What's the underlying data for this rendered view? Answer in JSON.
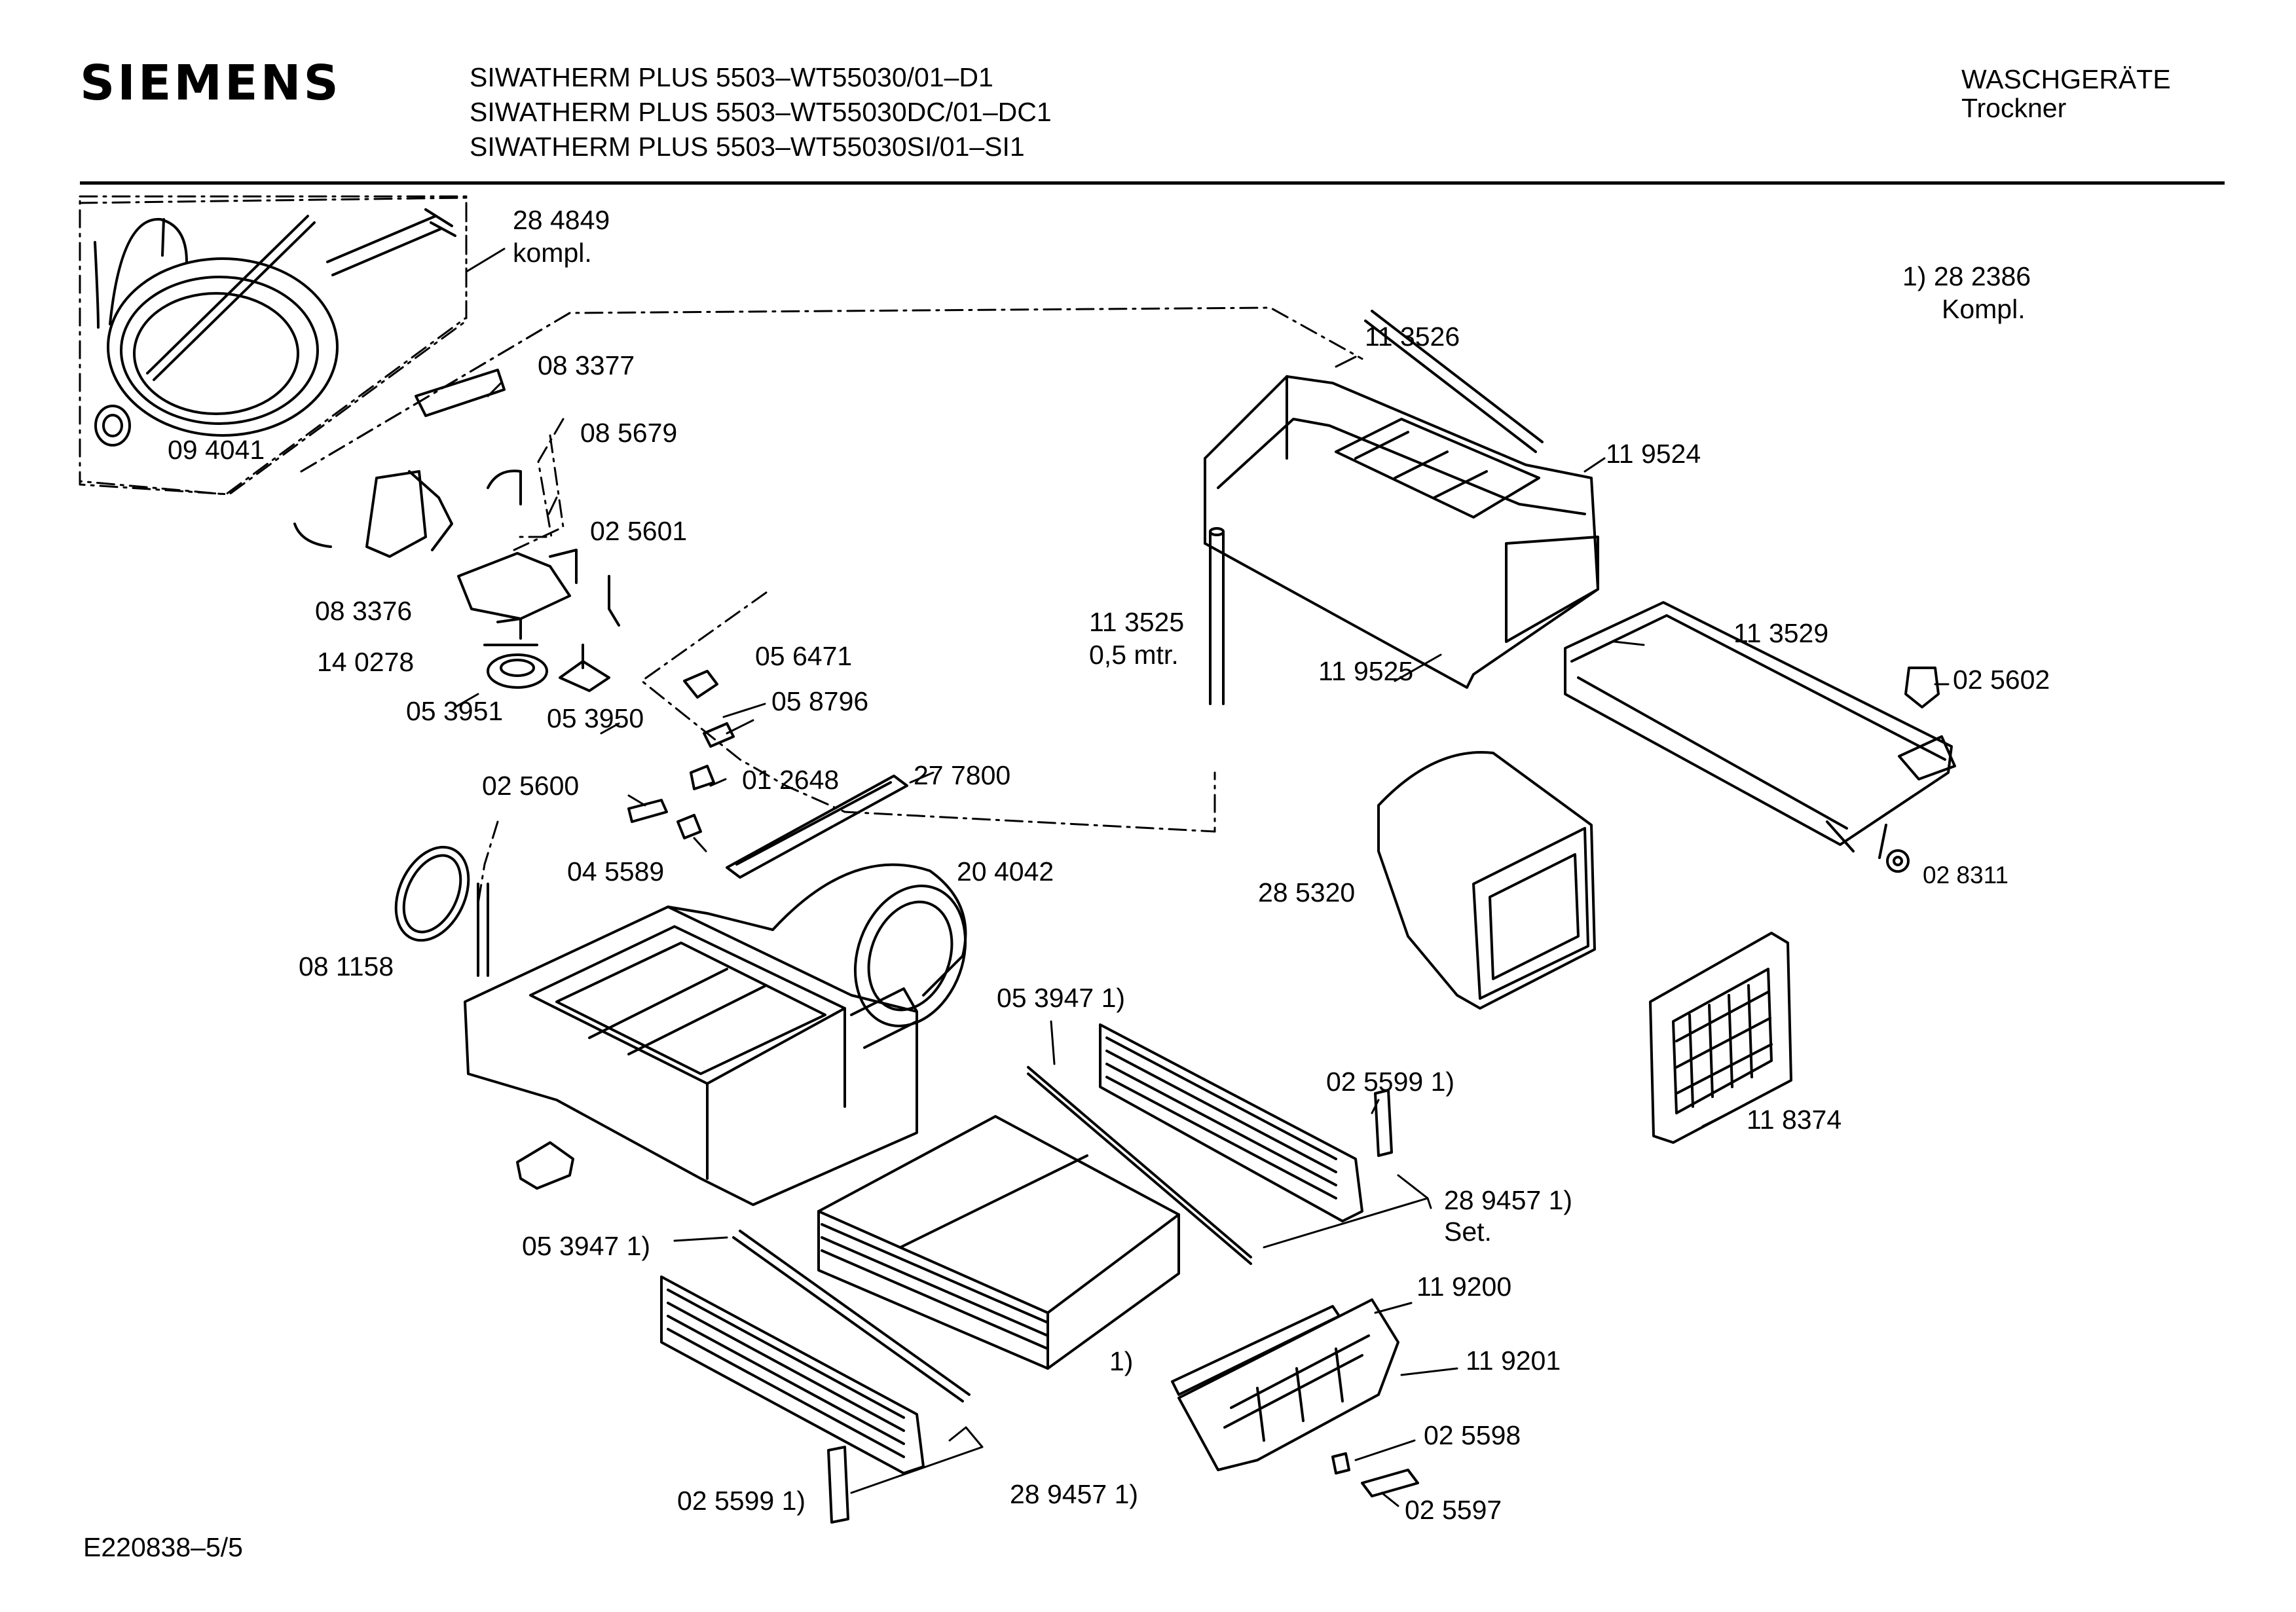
{
  "header": {
    "brand": "SIEMENS",
    "models": [
      "SIWATHERM PLUS 5503–WT55030/01–D1",
      "SIWATHERM PLUS 5503–WT55030DC/01–DC1",
      "SIWATHERM PLUS 5503–WT55030SI/01–SI1"
    ],
    "category": "WASCHGERÄTE",
    "subcategory": "Trockner"
  },
  "labels": {
    "p284849": "28 4849",
    "kompl_small": "kompl.",
    "note1_num": "1)  28 2386",
    "note1_text": "Kompl.",
    "p113526": "11 3526",
    "p083377": "08 3377",
    "p085679": "08 5679",
    "p094041": "09 4041",
    "p119524": "11 9524",
    "p025601": "02 5601",
    "p083376": "08 3376",
    "p113525": "11 3525",
    "p113525b": "0,5 mtr.",
    "p113529": "11 3529",
    "p140278": "14 0278",
    "p119525": "11 9525",
    "p025602": "02 5602",
    "p056471": "05 6471",
    "p053951": "05 3951",
    "p053950": "05 3950",
    "p058796": "05 8796",
    "p025600": "02 5600",
    "p012648": "01 2648",
    "p277800": "27 7800",
    "p028311": "02 8311",
    "p045589": "04 5589",
    "p204042": "20 4042",
    "p285320": "28 5320",
    "p081158": "08 1158",
    "p053947a": "05 3947  1)",
    "p025599a": "02 5599  1)",
    "p118374": "11 8374",
    "p289457a": "28 9457  1)",
    "set": "Set.",
    "p053947b": "05 3947  1)",
    "p119200": "11 9200",
    "p119201": "11 9201",
    "note_ref": "1)",
    "p025598": "02 5598",
    "p025599b": "02 5599  1)",
    "p289457b": "28 9457  1)",
    "p025597": "02 5597"
  },
  "footer": {
    "doc_id": "E220838–5/5"
  }
}
